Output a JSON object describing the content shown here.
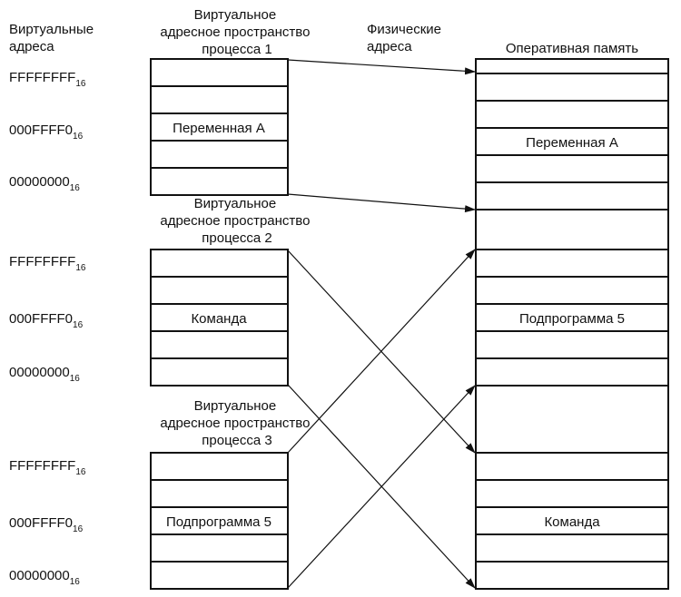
{
  "headers": {
    "virtual_addresses": [
      "Виртуальные",
      "адреса"
    ],
    "physical_addresses": [
      "Физические",
      "адреса"
    ],
    "ram": "Оперативная память"
  },
  "processes": [
    {
      "title": [
        "Виртуальное",
        "адресное пространство",
        "процесса 1"
      ],
      "addresses": [
        {
          "value": "FFFFFFFF",
          "base": "16"
        },
        {
          "value": "000FFFF0",
          "base": "16"
        },
        {
          "value": "00000000",
          "base": "16"
        }
      ],
      "cells": [
        "",
        "",
        "Переменная A",
        "",
        ""
      ]
    },
    {
      "title": [
        "Виртуальное",
        "адресное пространство",
        "процесса 2"
      ],
      "addresses": [
        {
          "value": "FFFFFFFF",
          "base": "16"
        },
        {
          "value": "000FFFF0",
          "base": "16"
        },
        {
          "value": "00000000",
          "base": "16"
        }
      ],
      "cells": [
        "",
        "",
        "Команда",
        "",
        ""
      ]
    },
    {
      "title": [
        "Виртуальное",
        "адресное пространство",
        "процесса 3"
      ],
      "addresses": [
        {
          "value": "FFFFFFFF",
          "base": "16"
        },
        {
          "value": "000FFFF0",
          "base": "16"
        },
        {
          "value": "00000000",
          "base": "16"
        }
      ],
      "cells": [
        "",
        "",
        "Подпрограмма 5",
        "",
        ""
      ]
    }
  ],
  "ram_cells": [
    "",
    "",
    "",
    "Переменная A",
    "",
    "",
    "",
    "",
    "",
    "Подпрограмма 5",
    "",
    "",
    "",
    "",
    "",
    "Команда",
    "",
    ""
  ]
}
